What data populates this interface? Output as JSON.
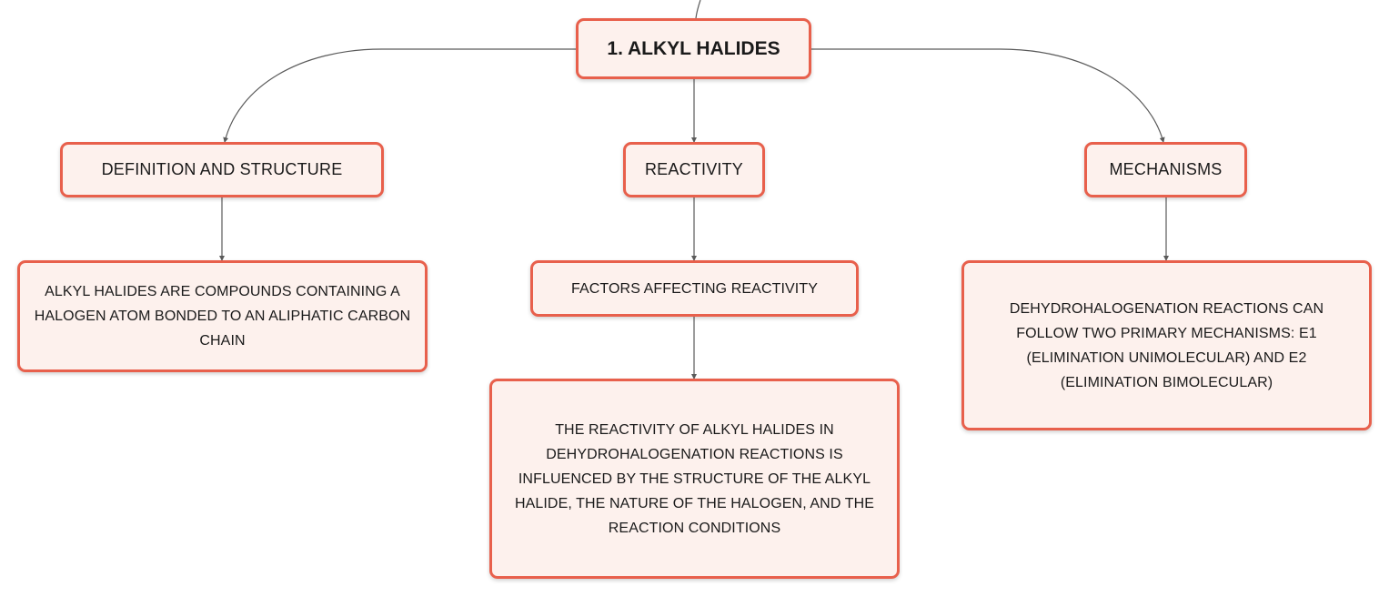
{
  "colors": {
    "node_fill": "#fdf1ed",
    "node_border": "#e8604c",
    "connector": "#5a5a5a",
    "text": "#1a1a1a"
  },
  "root": {
    "label": "1. ALKYL HALIDES"
  },
  "categories": [
    {
      "label": "DEFINITION AND STRUCTURE",
      "children": [
        {
          "label": "ALKYL HALIDES ARE COMPOUNDS CONTAINING A HALOGEN ATOM BONDED TO AN ALIPHATIC CARBON CHAIN"
        }
      ]
    },
    {
      "label": "REACTIVITY",
      "children": [
        {
          "label": "FACTORS AFFECTING REACTIVITY",
          "children": [
            {
              "label": "THE REACTIVITY OF ALKYL HALIDES IN DEHYDROHALOGENATION REACTIONS IS INFLUENCED BY THE STRUCTURE OF THE ALKYL HALIDE, THE NATURE OF THE HALOGEN, AND THE REACTION CONDITIONS"
            }
          ]
        }
      ]
    },
    {
      "label": "MECHANISMS",
      "children": [
        {
          "label": "DEHYDROHALOGENATION REACTIONS CAN FOLLOW TWO PRIMARY MECHANISMS: E1 (ELIMINATION UNIMOLECULAR) AND E2 (ELIMINATION BIMOLECULAR)"
        }
      ]
    }
  ]
}
